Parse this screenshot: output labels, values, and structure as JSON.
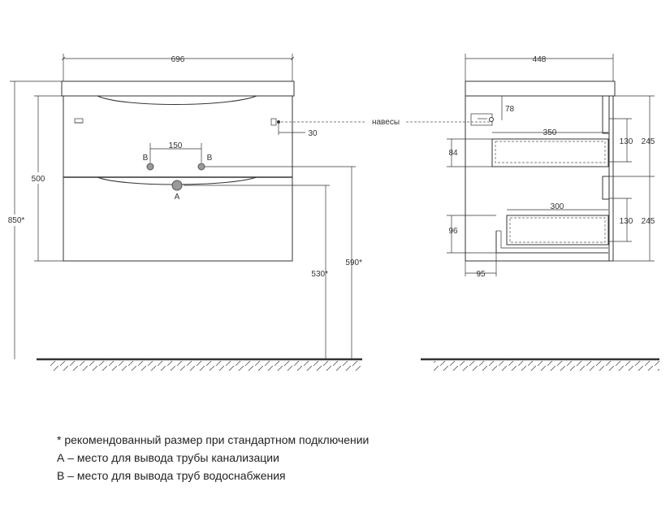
{
  "front_view": {
    "dim_width": "696",
    "dim_body_height": "500",
    "dim_total_height": "850*",
    "dim_pipes_spacing": "150",
    "label_pipe_left": "B",
    "label_pipe_right": "B",
    "label_drain": "A",
    "dim_hanger_offset": "30",
    "dim_drain_height": "530*",
    "dim_floor_height": "590*"
  },
  "side_view": {
    "dim_depth": "448",
    "label_hangers": "навесы",
    "dim_hanger_drop": "78",
    "dim_upper_drawer_depth": "350",
    "dim_upper_drawer_front": "84",
    "dim_upper_drawer_inner": "130",
    "dim_upper_section": "245",
    "dim_lower_drawer_depth": "300",
    "dim_lower_drawer_front": "96",
    "dim_lower_drawer_inner": "130",
    "dim_lower_section": "245",
    "dim_cutout": "95"
  },
  "notes": {
    "recommended": "* рекомендованный размер при стандартном подключении",
    "a_legend": "А – место для вывода трубы канализации",
    "b_legend": "В – место для вывода труб водоснабжения"
  }
}
